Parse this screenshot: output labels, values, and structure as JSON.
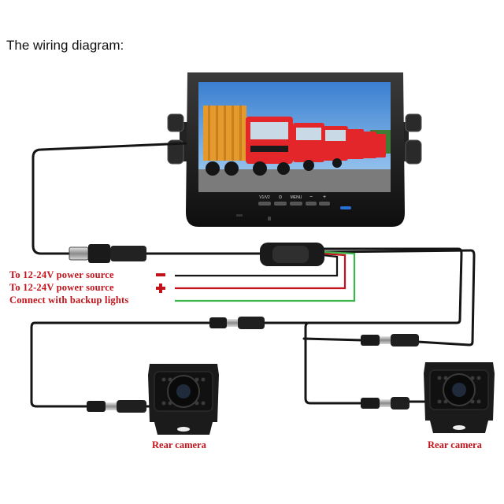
{
  "title": "The wiring diagram:",
  "monitor": {
    "buttons": [
      "V1/V2",
      "⊙",
      "MENU",
      "−",
      "+"
    ]
  },
  "wires": [
    {
      "label": "To 12-24V power source",
      "sign": "−",
      "color": "#1a1a1a"
    },
    {
      "label": "To 12-24V power source",
      "sign": "+",
      "color": "#c4121a"
    },
    {
      "label": "Connect with backup lights",
      "sign": "",
      "color": "#3bb54a"
    }
  ],
  "cameras": [
    {
      "label": "Rear camera"
    },
    {
      "label": "Rear camera"
    }
  ],
  "colors": {
    "label_red": "#c4121a",
    "cable": "#151515",
    "green_wire": "#3bb54a",
    "red_wire": "#c4121a"
  }
}
